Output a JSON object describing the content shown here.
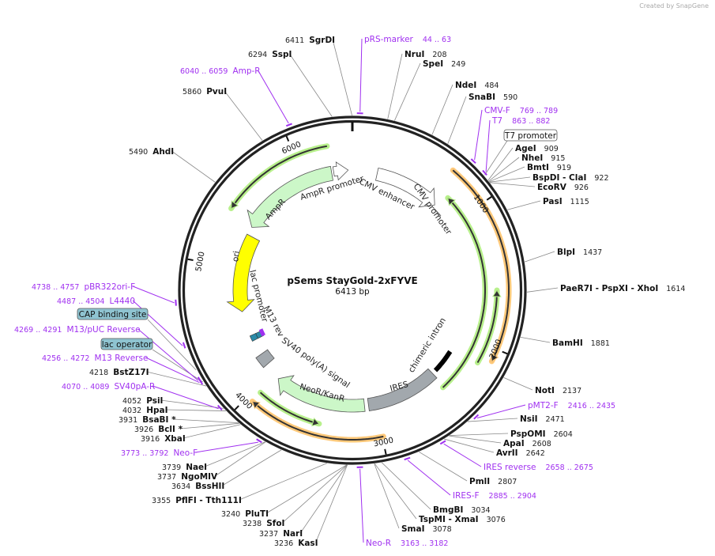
{
  "branding": {
    "text": "Created by SnapGene"
  },
  "map": {
    "title": "pSems StayGold-2xFYVE",
    "length": "6413 bp"
  },
  "colors": {
    "ring": "#222222",
    "primer": "#a030f0",
    "orf_green": "#b8f08c",
    "orf_orange": "#ffc97a",
    "feature_green": "#ccf7c8",
    "ori": "#ffff00",
    "gray_feature": "#a2a8ad",
    "box_teal": "#8fc4d1"
  },
  "ticks": [
    "1000",
    "2000",
    "3000",
    "4000",
    "5000",
    "6000"
  ],
  "features": [
    {
      "name": "AmpR promoter"
    },
    {
      "name": "CMV enhancer"
    },
    {
      "name": "CMV promoter"
    },
    {
      "name": "AmpR"
    },
    {
      "name": "ori"
    },
    {
      "name": "lac promoter"
    },
    {
      "name": "M13 rev"
    },
    {
      "name": "SV40 poly(A) signal"
    },
    {
      "name": "NeoR/KanR"
    },
    {
      "name": "IRES"
    },
    {
      "name": "chimeric intron"
    }
  ],
  "feature_boxes": [
    {
      "name": "T7 promoter"
    },
    {
      "name": "CAP binding site"
    },
    {
      "name": "lac operator"
    }
  ],
  "enzymes": [
    {
      "name": "SgrDI",
      "pos": "6411"
    },
    {
      "name": "SspI",
      "pos": "6294"
    },
    {
      "name": "PvuI",
      "pos": "5860"
    },
    {
      "name": "AhdI",
      "pos": "5490"
    },
    {
      "name": "NruI",
      "pos": "208"
    },
    {
      "name": "SpeI",
      "pos": "249"
    },
    {
      "name": "NdeI",
      "pos": "484"
    },
    {
      "name": "SnaBI",
      "pos": "590"
    },
    {
      "name": "AgeI",
      "pos": "909"
    },
    {
      "name": "NheI",
      "pos": "915"
    },
    {
      "name": "BmtI",
      "pos": "919"
    },
    {
      "name": "BspDI - ClaI",
      "pos": "922"
    },
    {
      "name": "EcoRV",
      "pos": "926"
    },
    {
      "name": "PasI",
      "pos": "1115"
    },
    {
      "name": "BlpI",
      "pos": "1437"
    },
    {
      "name": "PaeR7I - PspXI - XhoI",
      "pos": "1614"
    },
    {
      "name": "BamHI",
      "pos": "1881"
    },
    {
      "name": "NotI",
      "pos": "2137"
    },
    {
      "name": "NsiI",
      "pos": "2471"
    },
    {
      "name": "PspOMI",
      "pos": "2604"
    },
    {
      "name": "ApaI",
      "pos": "2608"
    },
    {
      "name": "AvrII",
      "pos": "2642"
    },
    {
      "name": "PmlI",
      "pos": "2807"
    },
    {
      "name": "BmgBI",
      "pos": "3034"
    },
    {
      "name": "TspMI - XmaI",
      "pos": "3076"
    },
    {
      "name": "SmaI",
      "pos": "3078"
    },
    {
      "name": "KasI",
      "pos": "3236"
    },
    {
      "name": "NarI",
      "pos": "3237"
    },
    {
      "name": "SfoI",
      "pos": "3238"
    },
    {
      "name": "PluTI",
      "pos": "3240"
    },
    {
      "name": "PflFI - Tth111I",
      "pos": "3355"
    },
    {
      "name": "BssHII",
      "pos": "3634"
    },
    {
      "name": "NgoMIV",
      "pos": "3737"
    },
    {
      "name": "NaeI",
      "pos": "3739"
    },
    {
      "name": "XbaI",
      "pos": "3916"
    },
    {
      "name": "BclI *",
      "pos": "3926"
    },
    {
      "name": "BsaBI *",
      "pos": "3931"
    },
    {
      "name": "HpaI",
      "pos": "4032"
    },
    {
      "name": "PsiI",
      "pos": "4052"
    },
    {
      "name": "BstZ17I",
      "pos": "4218"
    }
  ],
  "primers": [
    {
      "name": "pRS-marker",
      "range": "44 .. 63"
    },
    {
      "name": "Amp-R",
      "range": "6040 .. 6059"
    },
    {
      "name": "CMV-F",
      "range": "769 .. 789"
    },
    {
      "name": "T7",
      "range": "863 .. 882"
    },
    {
      "name": "pMT2-F",
      "range": "2416 .. 2435"
    },
    {
      "name": "IRES reverse",
      "range": "2658 .. 2675"
    },
    {
      "name": "IRES-F",
      "range": "2885 .. 2904"
    },
    {
      "name": "Neo-R",
      "range": "3163 .. 3182"
    },
    {
      "name": "Neo-F",
      "range": "3773 .. 3792"
    },
    {
      "name": "SV40pA-R",
      "range": "4070 .. 4089"
    },
    {
      "name": "M13 Reverse",
      "range": "4256 .. 4272"
    },
    {
      "name": "M13/pUC Reverse",
      "range": "4269 .. 4291"
    },
    {
      "name": "L4440",
      "range": "4487 .. 4504"
    },
    {
      "name": "pBR322ori-F",
      "range": "4738 .. 4757"
    }
  ]
}
